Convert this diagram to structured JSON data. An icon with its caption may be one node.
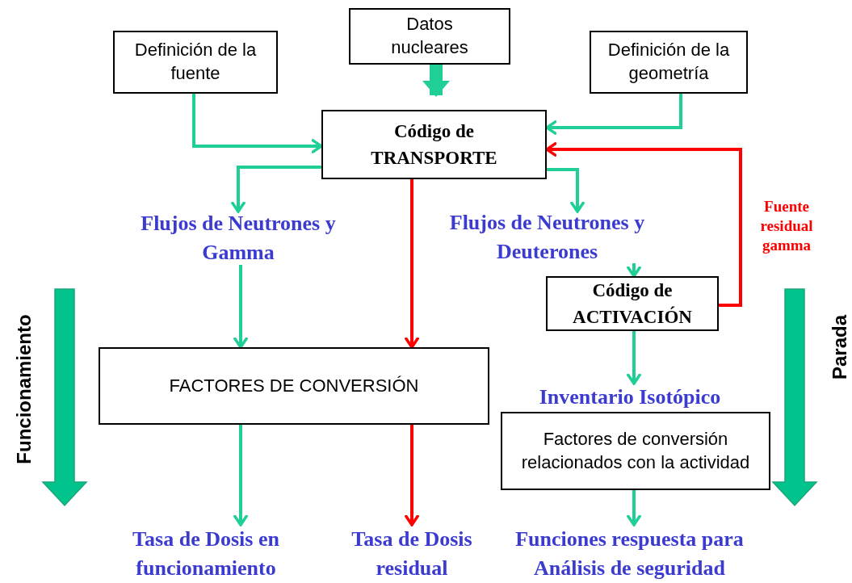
{
  "diagram": {
    "nodes": [
      {
        "text": [
          "Definición de la fuente"
        ]
      },
      {
        "text": [
          "Datos nucleares"
        ]
      },
      {
        "text": [
          "Definición de la geometría"
        ]
      },
      {
        "text": [
          "Código de TRANSPORTE"
        ]
      },
      {
        "text": [
          "Flujos de Neutrones y Gamma"
        ]
      },
      {
        "text": [
          "Flujos de Neutrones y Deuterones"
        ]
      },
      {
        "text": [
          "Código de ACTIVACIÓN"
        ]
      },
      {
        "text": [
          "FACTORES DE CONVERSIÓN"
        ]
      },
      {
        "text": [
          "Inventario Isotópico"
        ]
      },
      {
        "text": [
          "Factores de conversión relacionados con la actividad"
        ]
      },
      {
        "text": [
          "Tasa de Dosis en funcionamiento"
        ]
      },
      {
        "text": [
          "Tasa de Dosis residual"
        ]
      },
      {
        "text": [
          "Funciones respuesta para Análisis de seguridad"
        ]
      }
    ],
    "edges": [
      {
        "from": 0,
        "to": 3,
        "arrow": "to"
      },
      {
        "from": 1,
        "to": 3,
        "arrow": "to",
        "style": "thick"
      },
      {
        "from": 2,
        "to": 3,
        "arrow": "to"
      },
      {
        "from": 3,
        "to": 4,
        "arrow": "to"
      },
      {
        "from": 3,
        "to": 5,
        "arrow": "to"
      },
      {
        "from": 3,
        "to": 7,
        "arrow": "to",
        "color": "#ff0000"
      },
      {
        "from": 4,
        "to": 7,
        "arrow": "to"
      },
      {
        "from": 5,
        "to": 6,
        "arrow": "to"
      },
      {
        "from": 6,
        "to": 8,
        "arrow": "to"
      },
      {
        "from": 6,
        "to": 3,
        "arrow": "to",
        "color": "#ff0000",
        "label": "Fuente residual gamma"
      },
      {
        "from": 7,
        "to": 10,
        "arrow": "to"
      },
      {
        "from": 7,
        "to": 11,
        "arrow": "to",
        "color": "#ff0000"
      },
      {
        "from": 9,
        "to": 12,
        "arrow": "to"
      }
    ],
    "labels": [
      "Funcionamiento",
      "Parada"
    ]
  }
}
